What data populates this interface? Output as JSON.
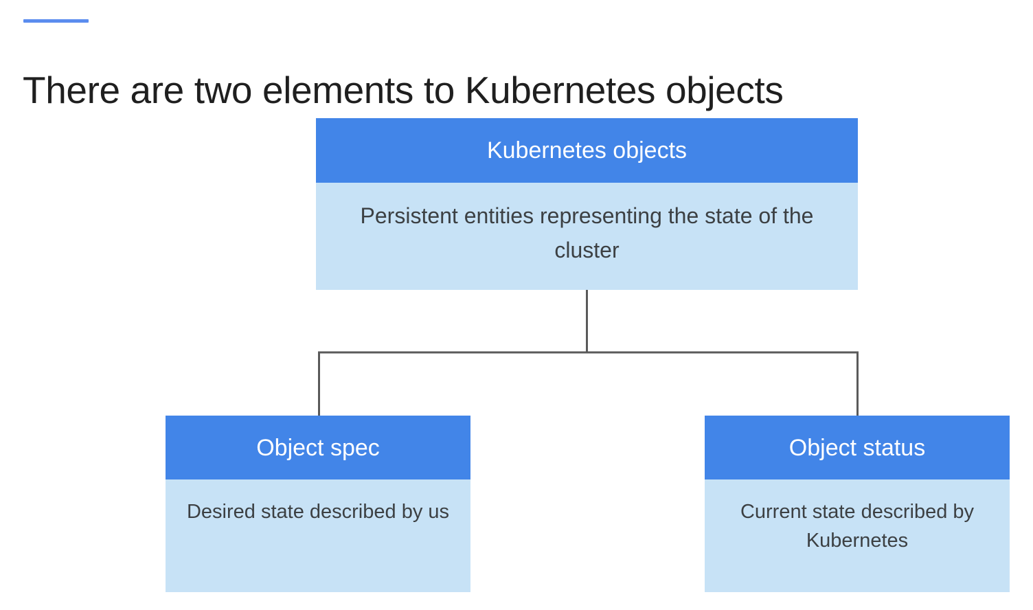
{
  "slide": {
    "title": "There are two elements to Kubernetes objects",
    "accent_color": "#5B8DEF",
    "background_color": "#ffffff",
    "header_color": "#4285E8",
    "body_color": "#C7E2F6",
    "connector_color": "#5A5A5A",
    "title_color": "#1f1f1f",
    "body_text_color": "#3C4043"
  },
  "diagram_data": {
    "type": "hierarchy",
    "root": {
      "title": "Kubernetes objects",
      "description": "Persistent entities representing the state of the cluster"
    },
    "children": [
      {
        "title": "Object spec",
        "description": "Desired state described by us"
      },
      {
        "title": "Object status",
        "description": "Current state described by Kubernetes"
      }
    ]
  }
}
